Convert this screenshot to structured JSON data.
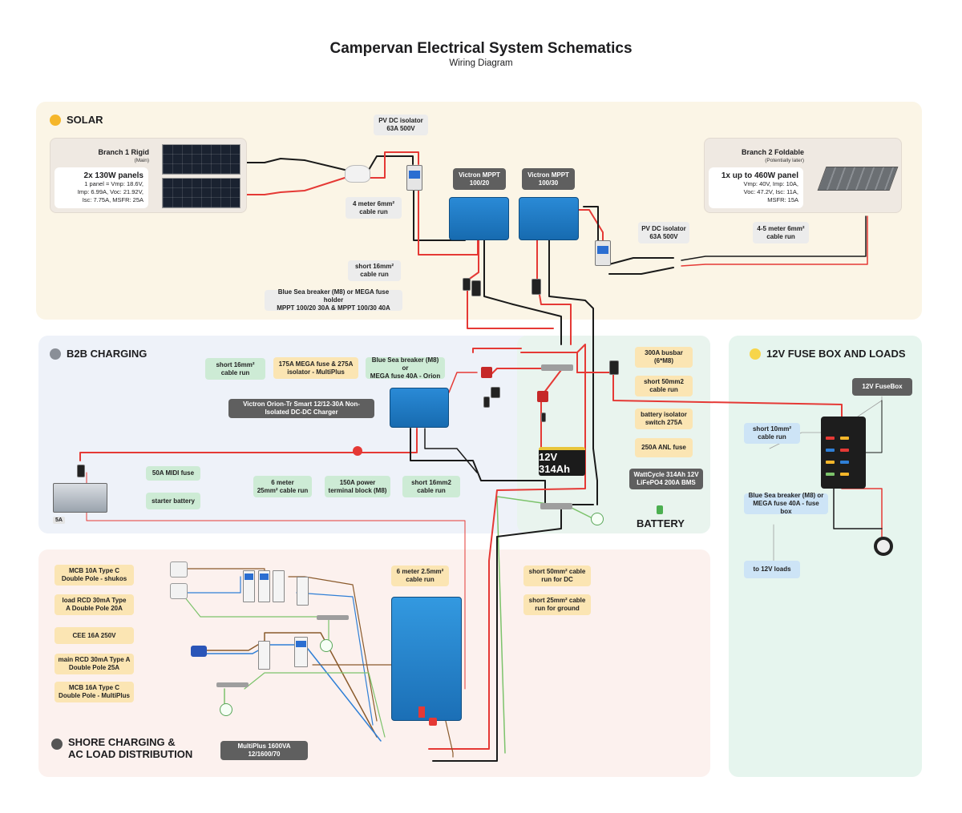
{
  "header": {
    "title": "Campervan Electrical System Schematics",
    "subtitle": "Wiring Diagram"
  },
  "sections": {
    "solar": "SOLAR",
    "b2b": "B2B CHARGING",
    "fuse": "12V FUSE BOX AND LOADS",
    "shore": "SHORE CHARGING &\nAC LOAD DISTRIBUTION",
    "battery": "BATTERY"
  },
  "colors": {
    "positive": "#e53935",
    "negative": "#1a1a1a",
    "ac_live": "#8a5a2b",
    "ac_neutral": "#2f7fd6",
    "ac_earth": "#7cc36b",
    "signal": "#9e9e9e"
  },
  "solar": {
    "branch1": {
      "title": "Branch 1 Rigid",
      "sub": "(Main)",
      "spec_title": "2x 130W panels",
      "spec_text": "1 panel = Vmp: 18.6V,\nImp: 6.99A, Voc: 21.92V,\nIsc: 7.75A, MSFR: 25A"
    },
    "branch2": {
      "title": "Branch 2 Foldable",
      "sub": "(Potentially later)",
      "spec_title": "1x up to 460W panel",
      "spec_text": "Vmp: 40V, Imp: 10A,\nVoc: 47.2V, Isc: 11A,\nMSFR: 15A"
    },
    "pv_isolator_1": "PV DC isolator\n63A 500V",
    "pv_isolator_2": "PV DC isolator\n63A 500V",
    "mppt_1": "Victron MPPT\n100/20",
    "mppt_2": "Victron MPPT\n100/30",
    "cable_4m": "4 meter 6mm² \ncable run",
    "cable_45m": "4-5 meter 6mm²\ncable run",
    "short_16": "short 16mm² \ncable run",
    "breaker_mppt": "Blue Sea breaker (M8) or MEGA fuse holder\nMPPT 100/20 30A & MPPT 100/30 40A"
  },
  "b2b": {
    "short_16_a": "short 16mm²\ncable run",
    "mega_fuse": "175A MEGA fuse & 275A\nisolator - MultiPlus",
    "blue_sea_orion": "Blue Sea breaker (M8) or\nMEGA fuse 40A - Orion",
    "orion": "Victron Orion-Tr Smart 12/12-30A Non-\nIsolated DC-DC Charger",
    "midi_fuse": "50A MIDI fuse",
    "starter_battery": "starter battery",
    "cable_6m": "6 meter\n25mm² cable run",
    "terminal_block": "150A power\nterminal block (M8)",
    "short_16_b": "short 16mm2\ncable run",
    "amp_5a": "5A"
  },
  "battery": {
    "busbar": "300A busbar\n(6*M8)",
    "short_50": "short 50mm2\ncable run",
    "isolator": "battery isolator\nswitch 275A",
    "anl_fuse": "250A ANL fuse",
    "wattcycle": "WattCycle 314Ah 12V\nLiFePO4 200A BMS",
    "battery_display": "12V 314Ah"
  },
  "fuse": {
    "fusebox": "12V FuseBox",
    "short_10": "short 10mm²\ncable run",
    "blue_sea_fusebox": "Blue Sea breaker (M8) or\nMEGA fuse 40A - fuse box",
    "loads": "to 12V loads"
  },
  "shore": {
    "mcb10": "MCB 10A Type C\nDouble Pole - shukos",
    "load_rcd": "load RCD 30mA Type\nA Double Pole 20A",
    "cee": "CEE 16A 250V",
    "main_rcd": "main RCD 30mA Type A\nDouble Pole 25A",
    "mcb16": "MCB 16A Type C\nDouble Pole - MultiPlus",
    "cable_6m_25": "6 meter 2.5mm²\ncable run",
    "short_50_dc": "short 50mm² cable\nrun for DC",
    "short_25_gnd": "short 25mm² cable\nrun for ground",
    "multiplus": "MultiPlus 1600VA\n12/1600/70"
  }
}
